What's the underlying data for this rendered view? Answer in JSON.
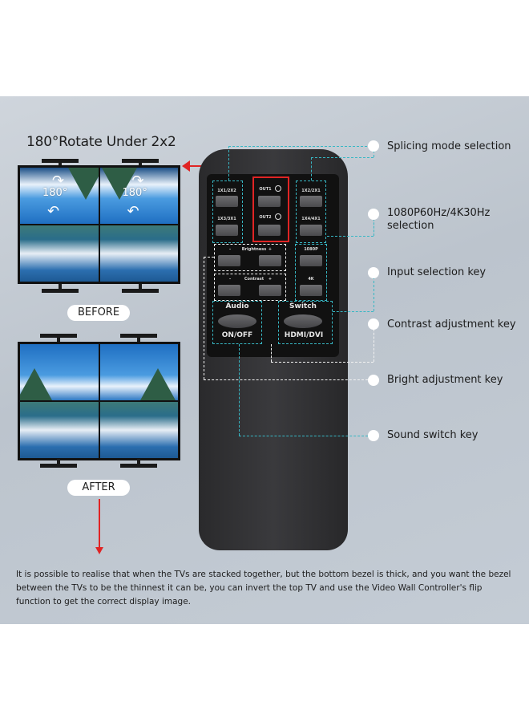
{
  "title": "180°Rotate Under 2x2",
  "labels": {
    "before": "BEFORE",
    "after": "AFTER",
    "rotate_degrees": "180°"
  },
  "remote": {
    "splicing_buttons_left": [
      "1X1/2X2",
      "1X3/3X1"
    ],
    "output_buttons": [
      "OUT1",
      "OUT2"
    ],
    "splicing_buttons_right": [
      "1X2/2X1",
      "1X4/4X1"
    ],
    "brightness": {
      "label": "Brightness",
      "minus": "-",
      "plus": "+"
    },
    "contrast": {
      "label": "Contrast",
      "minus": "-",
      "plus": "+"
    },
    "resolution_buttons": [
      "1080P",
      "4K"
    ],
    "audio": {
      "top": "Audio",
      "bottom": "ON/OFF"
    },
    "switch": {
      "top": "Switch",
      "bottom": "HDMI/DVI"
    }
  },
  "callouts": [
    {
      "text": "Splicing mode selection"
    },
    {
      "text": "1080P60Hz/4K30Hz selection"
    },
    {
      "text": "Input selection key"
    },
    {
      "text": "Contrast adjustment key"
    },
    {
      "text": "Bright adjustment key"
    },
    {
      "text": "Sound switch key"
    }
  ],
  "description": "It is possible to realise that when the TVs are stacked together, but the bottom bezel is thick, and you want the bezel between the TVs to be the thinnest it can be, you can invert the top TV and use the Video Wall Controller's flip function to get the correct display image.",
  "colors": {
    "highlight_red": "#e02424",
    "callout_teal": "#37b7c4",
    "background": "#c4ccd5"
  }
}
